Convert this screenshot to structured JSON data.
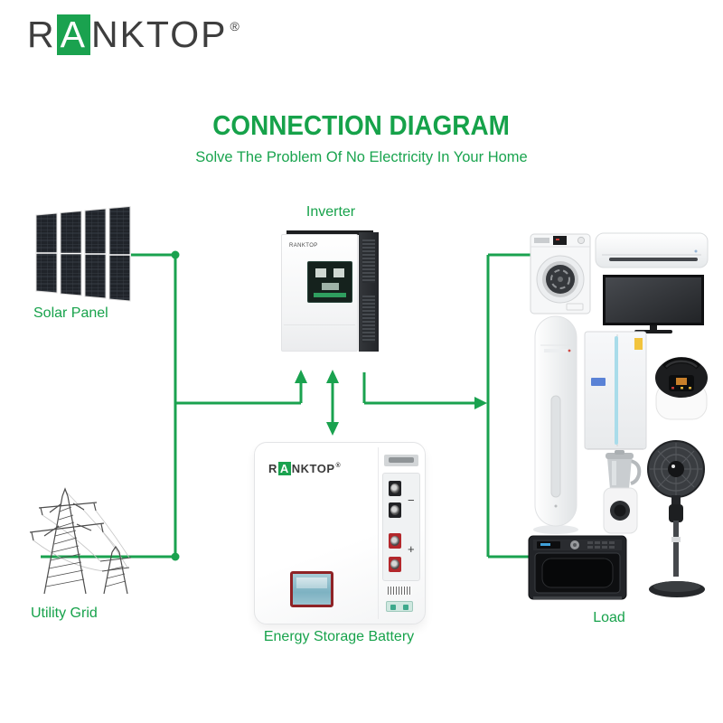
{
  "brand": {
    "name": "RANKTOP",
    "logo_prefix": "R",
    "logo_a": "A",
    "logo_suffix": "NKTOP",
    "registered_mark": "®",
    "green": "#1aa24f",
    "text_dark": "#3e3e3e"
  },
  "header": {
    "title": "CONNECTION DIAGRAM",
    "subtitle": "Solve The Problem Of No Electricity In Your Home"
  },
  "labels": {
    "solar_panel": "Solar Panel",
    "inverter": "Inverter",
    "utility_grid": "Utility Grid",
    "battery": "Energy Storage Battery",
    "load": "Load"
  },
  "battery_side": {
    "negative_symbol": "−",
    "positive_symbol": "+"
  },
  "diagram": {
    "line_color": "#1aa24f",
    "nodes": [
      "solar-panel",
      "utility-grid",
      "inverter",
      "energy-storage-battery",
      "load"
    ],
    "edges": [
      {
        "from": "solar-panel",
        "to": "inverter"
      },
      {
        "from": "utility-grid",
        "to": "inverter"
      },
      {
        "from": "inverter",
        "to": "energy-storage-battery",
        "bidirectional": true
      },
      {
        "from": "inverter",
        "to": "load"
      }
    ],
    "load_items": [
      "washing-machine",
      "split-air-conditioner",
      "television",
      "floor-standing-air-conditioner",
      "refrigerator",
      "rice-cooker",
      "blender",
      "pedestal-fan",
      "microwave-oven"
    ]
  }
}
